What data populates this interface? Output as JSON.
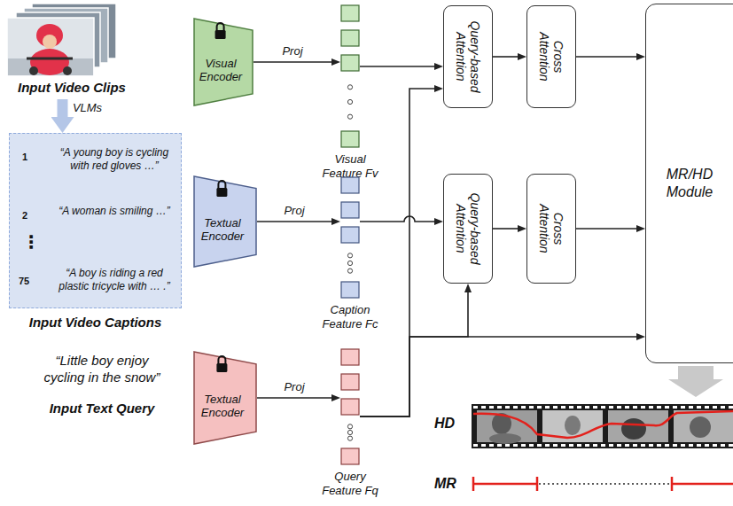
{
  "diagram": {
    "nodes": [
      {
        "text": [
          "Input Video Clips"
        ]
      },
      {
        "text": [
          "1",
          "“A young boy is cycling with red gloves …”",
          "2",
          "“A woman is smiling …”",
          "⋮",
          "75",
          "“A boy is riding a red plastic tricycle with … .”",
          "Input Video Captions"
        ]
      },
      {
        "text": [
          "Visual Encoder"
        ]
      },
      {
        "text": [
          "Textual Encoder"
        ]
      },
      {
        "text": [
          "Textual Encoder"
        ]
      },
      {
        "text": [
          "Visual Feature Fv"
        ]
      },
      {
        "text": [
          "Caption Feature Fc"
        ]
      },
      {
        "text": [
          "Query Feature Fq"
        ]
      },
      {
        "text": [
          "Query-based Attention"
        ]
      },
      {
        "text": [
          "Cross Attention"
        ]
      },
      {
        "text": [
          "Query-based Attention"
        ]
      },
      {
        "text": [
          "Cross Attention"
        ]
      },
      {
        "text": [
          "MR/HD Module"
        ]
      }
    ],
    "edges": [
      {
        "from": 0,
        "to": 1,
        "arrow": "to",
        "label": "VLMs"
      },
      {
        "from": 2,
        "to": 5,
        "arrow": "to",
        "label": "Proj"
      },
      {
        "from": 3,
        "to": 6,
        "arrow": "to",
        "label": "Proj"
      },
      {
        "from": 4,
        "to": 7,
        "arrow": "to",
        "label": "Proj"
      },
      {
        "from": 5,
        "to": 8,
        "arrow": "to"
      },
      {
        "from": 7,
        "to": 8,
        "arrow": "to"
      },
      {
        "from": 6,
        "to": 10,
        "arrow": "to"
      },
      {
        "from": 7,
        "to": 10,
        "arrow": "to"
      },
      {
        "from": 7,
        "to": 12,
        "arrow": "to"
      },
      {
        "from": 8,
        "to": 9,
        "arrow": "to"
      },
      {
        "from": 10,
        "to": 11,
        "arrow": "to"
      },
      {
        "from": 9,
        "to": 12,
        "arrow": "to"
      },
      {
        "from": 11,
        "to": 12,
        "arrow": "to"
      }
    ],
    "labels": [
      "“Little boy enjoy cycling in the snow”",
      "Input Text Query",
      "HD",
      "MR"
    ]
  }
}
